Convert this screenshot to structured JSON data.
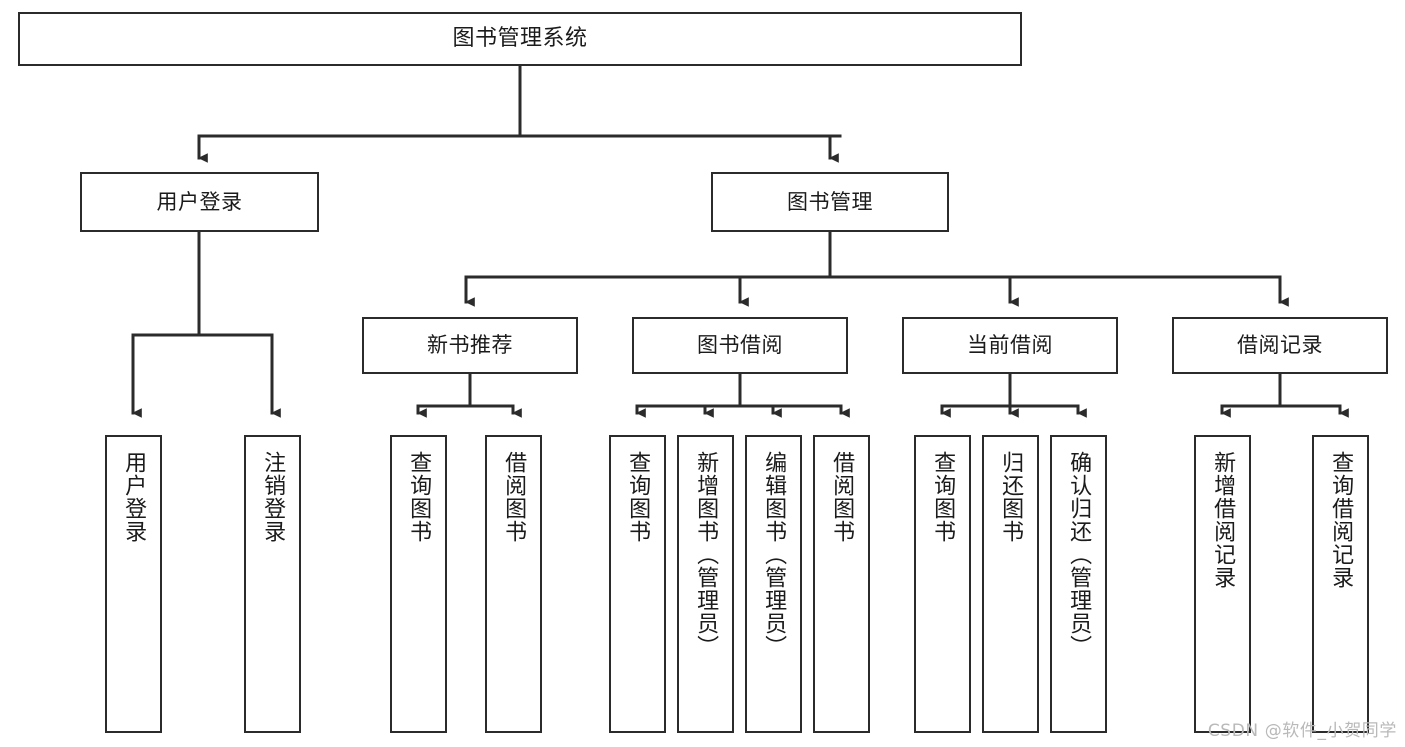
{
  "diagram": {
    "type": "tree-hierarchy-chart",
    "title": "图书管理系统",
    "colors": {
      "box_border": "#2b2b2b",
      "box_fill": "#ffffff",
      "connector": "#2b2b2b",
      "text": "#1b1b1b",
      "watermark": "#b9b9b9",
      "background": "#ffffff"
    },
    "root": {
      "label": "图书管理系统"
    },
    "level2": [
      {
        "label": "用户登录"
      },
      {
        "label": "图书管理"
      }
    ],
    "level3": [
      {
        "label": "新书推荐"
      },
      {
        "label": "图书借阅"
      },
      {
        "label": "当前借阅"
      },
      {
        "label": "借阅记录"
      }
    ],
    "leaves": [
      {
        "label": "用户登录",
        "parent": "用户登录"
      },
      {
        "label": "注销登录",
        "parent": "用户登录"
      },
      {
        "label": "查询图书",
        "parent": "新书推荐"
      },
      {
        "label": "借阅图书",
        "parent": "新书推荐"
      },
      {
        "label": "查询图书",
        "parent": "图书借阅"
      },
      {
        "label": "新增图书（管理员）",
        "parent": "图书借阅"
      },
      {
        "label": "编辑图书（管理员）",
        "parent": "图书借阅"
      },
      {
        "label": "借阅图书",
        "parent": "图书借阅"
      },
      {
        "label": "查询图书",
        "parent": "当前借阅"
      },
      {
        "label": "归还图书",
        "parent": "当前借阅"
      },
      {
        "label": "确认归还（管理员）",
        "parent": "当前借阅"
      },
      {
        "label": "新增借阅记录",
        "parent": "借阅记录"
      },
      {
        "label": "查询借阅记录",
        "parent": "借阅记录"
      }
    ]
  },
  "watermark": {
    "text": "CSDN @软件_小贺同学"
  }
}
